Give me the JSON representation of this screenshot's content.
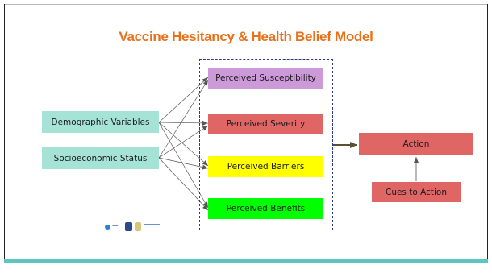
{
  "title": {
    "text": "Vaccine Hesitancy & Health Belief Model",
    "color": "#e8701a"
  },
  "inputs": [
    {
      "label": "Demographic Variables",
      "color": "#a6e3d7"
    },
    {
      "label": "Socioeconomic Status",
      "color": "#a6e3d7"
    }
  ],
  "perceptions": [
    {
      "label": "Perceived Susceptibility",
      "color": "#cc99d9"
    },
    {
      "label": "Perceived Severity",
      "color": "#e06666"
    },
    {
      "label": "Perceived Barriers",
      "color": "#ffff00"
    },
    {
      "label": "Perceived Benefits",
      "color": "#00ff00"
    }
  ],
  "action": {
    "label": "Action",
    "color": "#e06666"
  },
  "cues": {
    "label": "Cues to Action",
    "color": "#e06666"
  },
  "colors": {
    "thin_arrow": "#555555",
    "thick_arrow": "#5a5032",
    "group_border": "#2a3a8a",
    "bottom_bar": "#5cc6c0"
  },
  "footer_logos": [
    "logo-lsbl",
    "emblem-logo",
    "partner-logo"
  ]
}
